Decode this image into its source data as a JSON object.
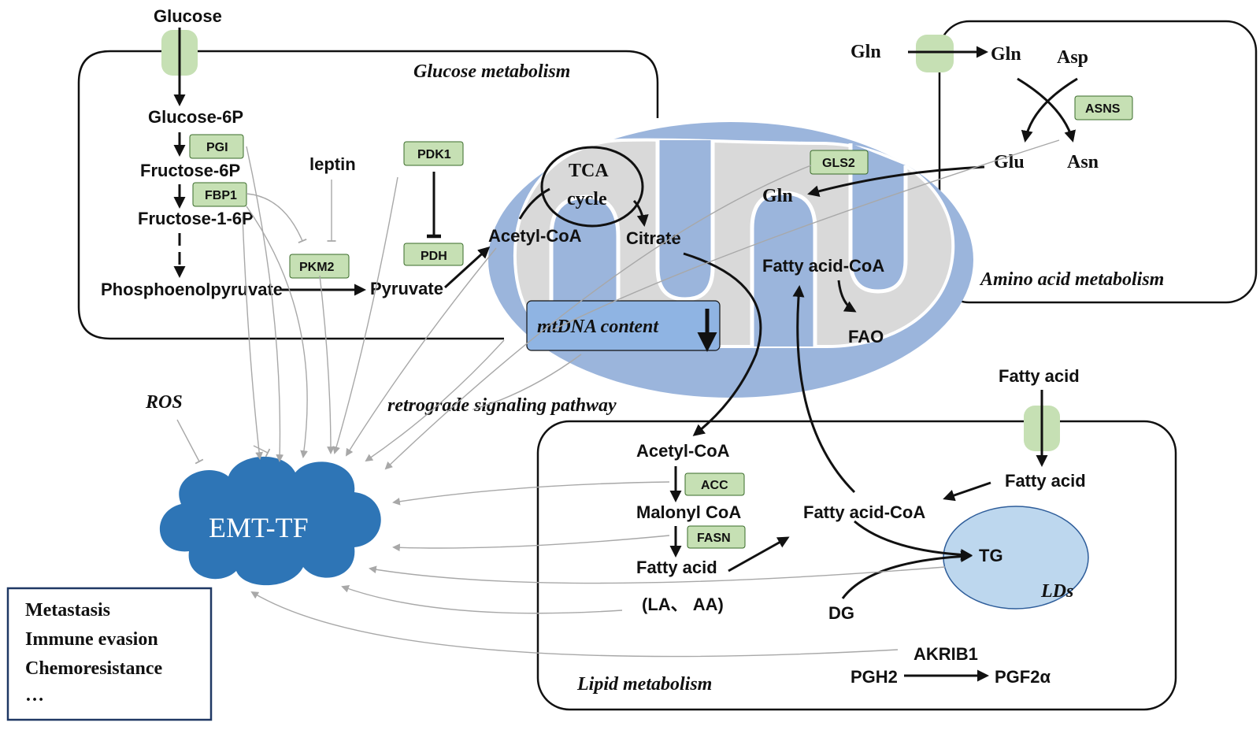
{
  "colors": {
    "transporter": "#c6e0b4",
    "enzyme_box": "#c6e0b4",
    "mito_outer": "#9bb5dc",
    "mito_inner": "#d9d9d9",
    "mtdna_box": "#8fb4e3",
    "cloud": "#2e75b6",
    "ld": "#bdd7ee",
    "outcome_border": "#1f3864"
  },
  "compartments": {
    "glucose": "Glucose metabolism",
    "amino": "Amino acid metabolism",
    "lipid": "Lipid metabolism",
    "ld": "LDs"
  },
  "glucose": {
    "glucose": "Glucose",
    "g6p": "Glucose-6P",
    "f6p": "Fructose-6P",
    "f16p": "Fructose-1-6P",
    "pep": "Phosphoenolpyruvate",
    "pyruvate": "Pyruvate",
    "leptin": "leptin",
    "enzymes": {
      "pgi": "PGI",
      "fbp1": "FBP1",
      "pkm2": "PKM2",
      "pdk1": "PDK1",
      "pdh": "PDH"
    }
  },
  "mito": {
    "tca": "TCA",
    "cycle": "cycle",
    "acetyl": "Acetyl-CoA",
    "citrate": "Citrate",
    "gln": "Gln",
    "gls2": "GLS2",
    "fa_coa": "Fatty acid-CoA",
    "fao": "FAO",
    "mtdna": "mtDNA content"
  },
  "amino": {
    "gln_out": "Gln",
    "gln_in": "Gln",
    "asp": "Asp",
    "asns": "ASNS",
    "glu": "Glu",
    "asn": "Asn"
  },
  "lipid": {
    "acetyl": "Acetyl-CoA",
    "acc": "ACC",
    "malonyl": "Malonyl CoA",
    "fasn": "FASN",
    "fa": "Fatty acid",
    "la_aa": "(LA、 AA)",
    "fa_coa": "Fatty acid-CoA",
    "fa_out": "Fatty acid",
    "fa_in": "Fatty acid",
    "tg": "TG",
    "dg": "DG",
    "akr": "AKRIB1",
    "pgh2": "PGH2",
    "pgf": "PGF2α"
  },
  "signals": {
    "ros": "ROS",
    "retro": "retrograde signaling pathway",
    "emt": "EMT-TF"
  },
  "outcomes": [
    "Metastasis",
    "Immune evasion",
    "Chemoresistance",
    "…"
  ]
}
